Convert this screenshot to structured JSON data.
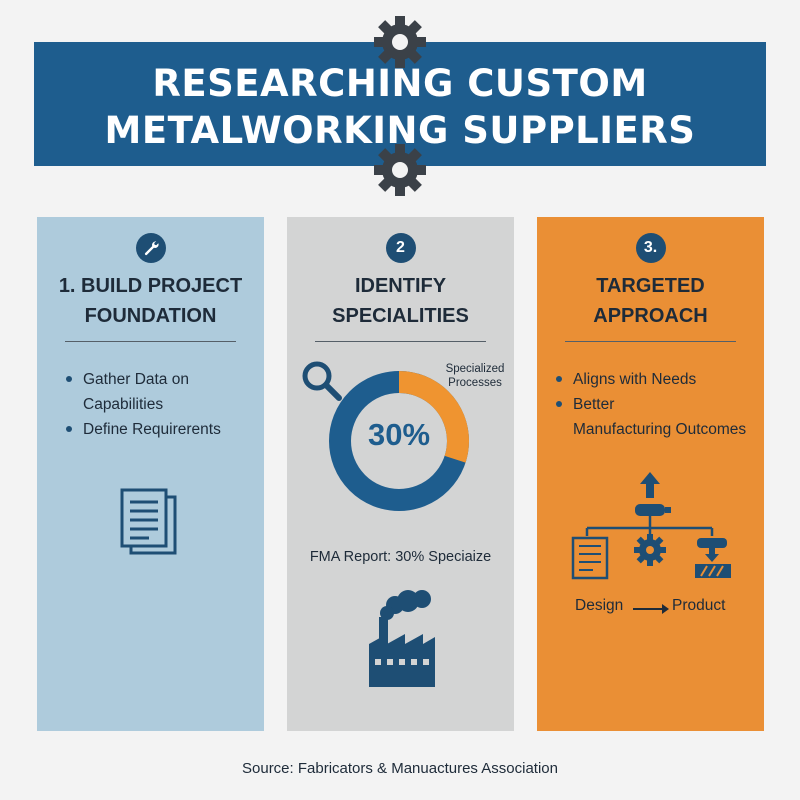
{
  "header": {
    "title_line1": "RESEARCHING CUSTOM",
    "title_line2": "METALWORKING SUPPLIERS"
  },
  "colors": {
    "banner": "#1e5d8e",
    "col1": "#aecbdc",
    "col2": "#d3d4d4",
    "col3": "#ea8f35",
    "badge": "#1e4e74",
    "accent_orange": "#ef9430"
  },
  "columns": [
    {
      "badge_icon": "wrench-icon",
      "title_line1": "1. BUILD PROJECT",
      "title_line2": "FOUNDATION",
      "bullets": [
        {
          "line1": "Gather Data on",
          "line2": "Capabilities"
        },
        {
          "line1": "Define Requirerents",
          "line2": ""
        }
      ],
      "icon": "documents-icon"
    },
    {
      "badge": "2",
      "title_line1": "IDENTIFY",
      "title_line2": "SPECIALITIES",
      "donut": {
        "label_line1": "Specialized",
        "label_line2": "Processes",
        "percent_text": "30%",
        "percent": 30
      },
      "note": "FMA Report: 30% Speciaize",
      "icons": [
        "magnifier-icon",
        "factory-icon"
      ]
    },
    {
      "badge": "3.",
      "title_line1": "TARGETED",
      "title_line2": "APPROACH",
      "bullets": [
        {
          "line1": "Aligns with Needs",
          "line2": ""
        },
        {
          "line1": "Better",
          "line2": "Manufacturing Outcomes"
        }
      ],
      "flow": {
        "from": "Design",
        "to": "Product"
      },
      "icons": [
        "blueprint-icon",
        "gear-icon",
        "product-icon",
        "up-arrow-icon"
      ]
    }
  ],
  "footer": {
    "source": "Source: Fabricators & Manuactures Association"
  }
}
